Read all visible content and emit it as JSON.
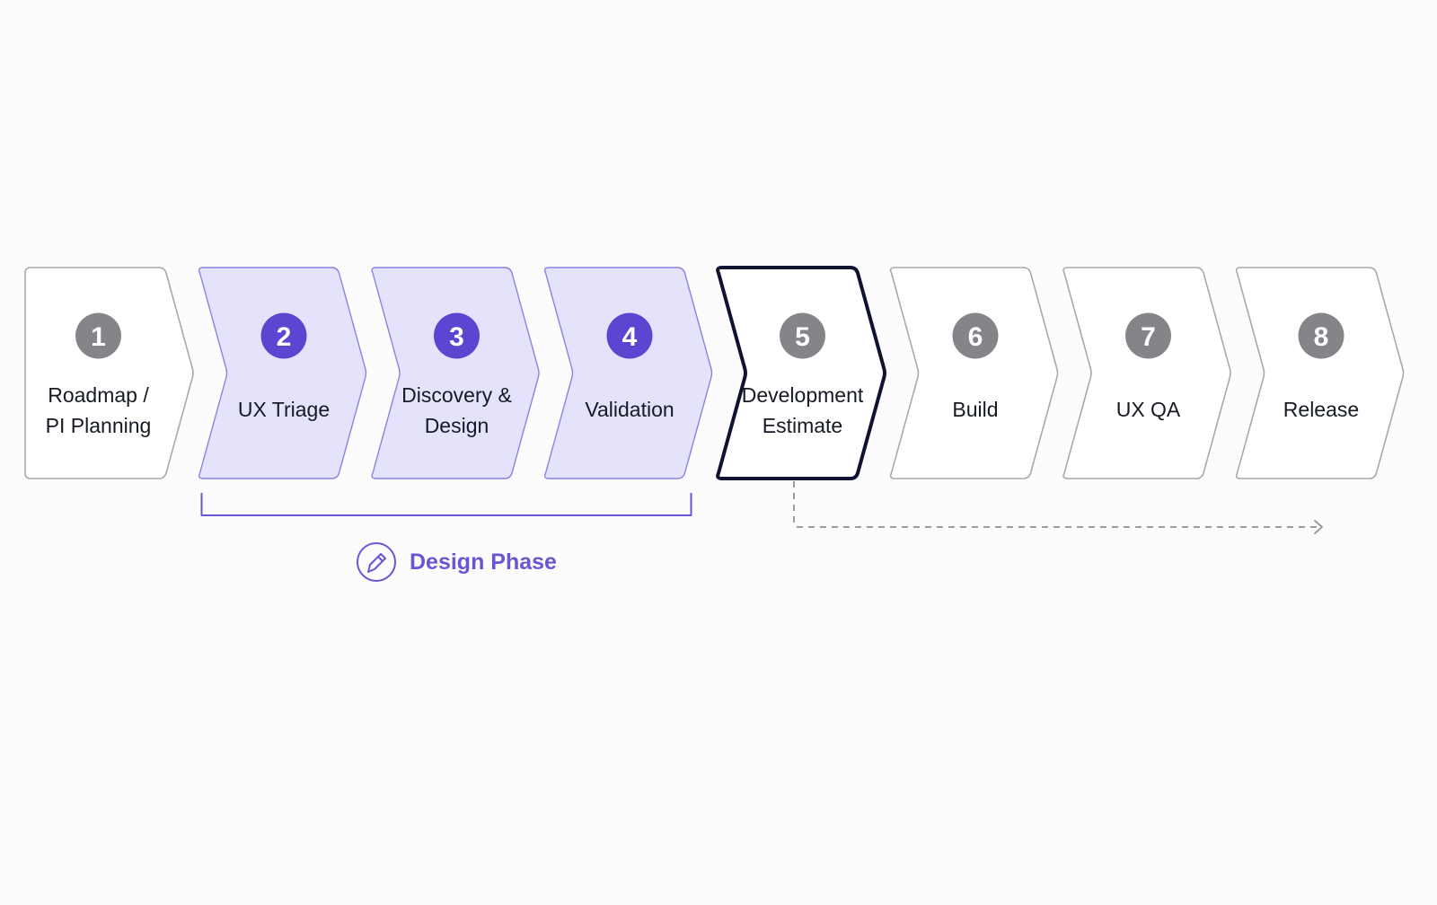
{
  "colors": {
    "background": "#fcfcfd",
    "step_fill": "#ffffff",
    "step_stroke": "#a9a9ad",
    "design_fill": "#e4e3fb",
    "design_stroke": "#8a82df",
    "active_stroke": "#0f1330",
    "badge_gray": "#838589",
    "badge_purple": "#5b45d1",
    "phase_accent": "#6a55d6",
    "arrow_gray": "#9a9ca2",
    "label_text": "#161a24"
  },
  "steps": [
    {
      "number": "1",
      "lines": [
        "Roadmap /",
        "PI Planning"
      ],
      "state": "default"
    },
    {
      "number": "2",
      "lines": [
        "UX Triage"
      ],
      "state": "design"
    },
    {
      "number": "3",
      "lines": [
        "Discovery &",
        "Design"
      ],
      "state": "design"
    },
    {
      "number": "4",
      "lines": [
        "Validation"
      ],
      "state": "design"
    },
    {
      "number": "5",
      "lines": [
        "Development",
        "Estimate"
      ],
      "state": "active"
    },
    {
      "number": "6",
      "lines": [
        "Build"
      ],
      "state": "default"
    },
    {
      "number": "7",
      "lines": [
        "UX QA"
      ],
      "state": "default"
    },
    {
      "number": "8",
      "lines": [
        "Release"
      ],
      "state": "default"
    }
  ],
  "design_phase": {
    "label": "Design Phase",
    "icon": "pencil-icon",
    "first_step": 2,
    "last_step": 4
  },
  "handoff_arrow": {
    "from_step": 5,
    "to_step": 8,
    "style": "dashed"
  }
}
